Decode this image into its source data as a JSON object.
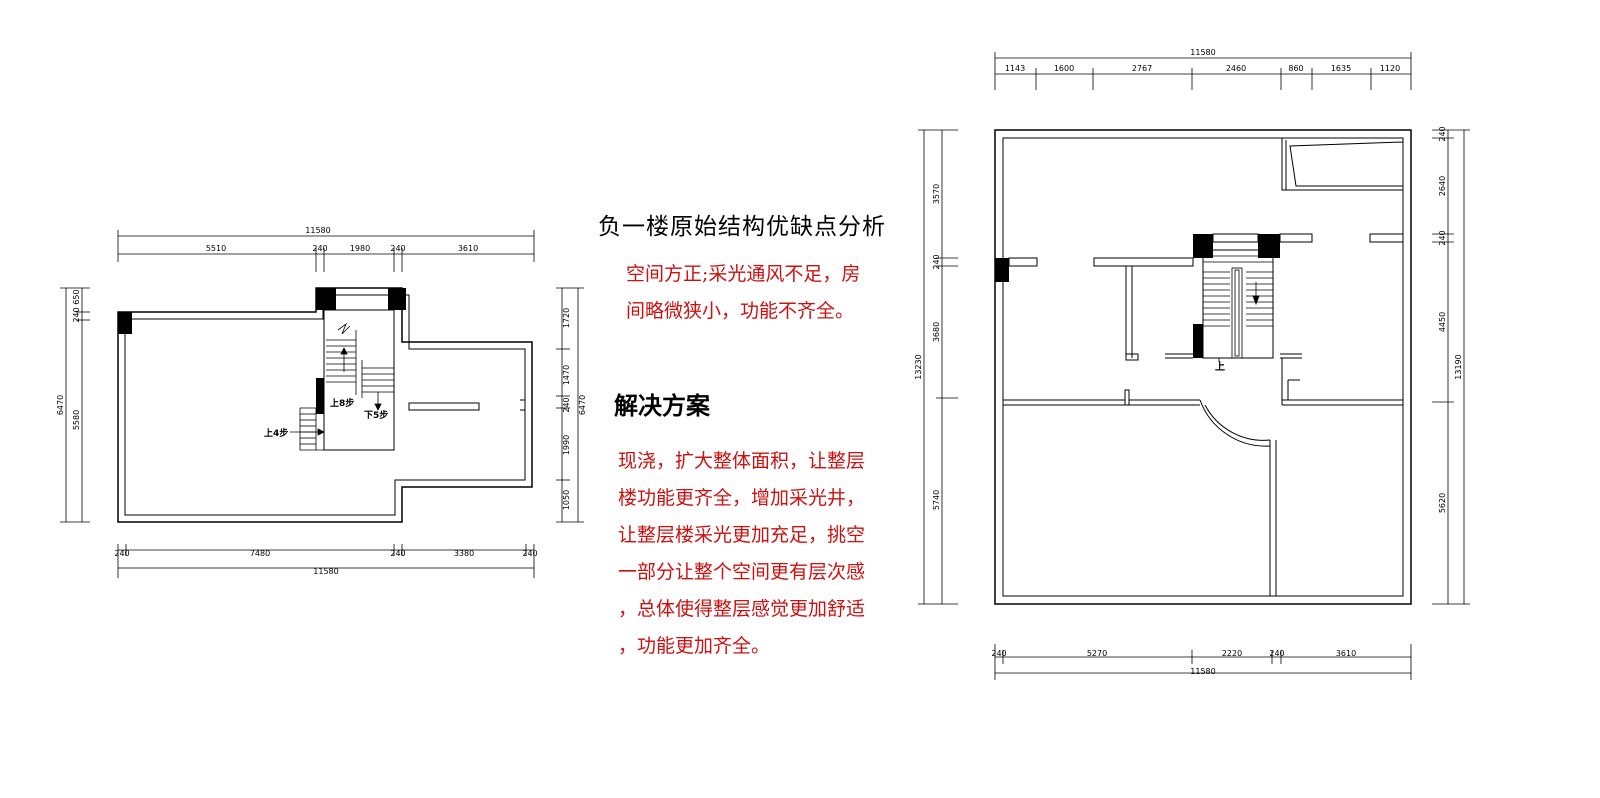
{
  "analysis": {
    "title": "负一楼原始结构优缺点分析",
    "problem_lines": [
      "空间方正;采光通风不足，房",
      "间略微狭小，功能不齐全。"
    ],
    "solution_heading": "解决方案",
    "solution_lines": [
      "现浇，扩大整体面积，让整层",
      "楼功能更齐全，增加采光井，",
      "让整层楼采光更加充足，挑空",
      "一部分让整个空间更有层次感",
      "，总体使得整层感觉更加舒适",
      "，功能更加齐全。"
    ]
  },
  "left_plan": {
    "top_total": "11580",
    "top_segments": [
      "5510",
      "240",
      "1980",
      "240",
      "3610"
    ],
    "bottom_segments": [
      "240",
      "7480",
      "240",
      "3380",
      "240"
    ],
    "bottom_total": "11580",
    "left_total": "6470",
    "left_inner": "5580",
    "left_small": "240 650",
    "right_segments": [
      "1720",
      "1470",
      "240",
      "1990",
      "1050"
    ],
    "right_total": "6470",
    "labels": {
      "up8": "上8步",
      "down5": "下5步",
      "up4": "上4步"
    }
  },
  "right_plan": {
    "top_total": "11580",
    "top_segments": [
      "1143",
      "1600",
      "2767",
      "2460",
      "860",
      "1635",
      "1120"
    ],
    "bottom_segments": [
      "240",
      "5270",
      "2220",
      "240",
      "3610"
    ],
    "bottom_total": "11580",
    "left_total": "13230",
    "left_segments": [
      "3570",
      "240",
      "3680",
      "5740"
    ],
    "right_total": "13190",
    "right_segments": [
      "240",
      "2640",
      "240",
      "4450",
      "5620"
    ],
    "labels": {
      "up": "上"
    }
  }
}
